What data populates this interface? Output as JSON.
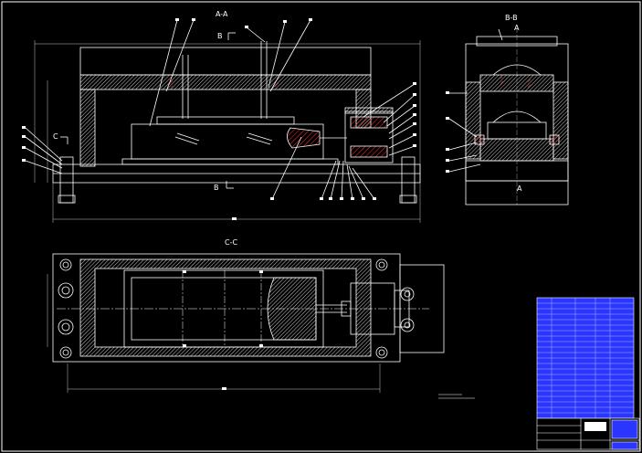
{
  "views": {
    "aa": "A-A",
    "bb": "B-B",
    "cc": "C-C"
  },
  "markers": {
    "b_top": "B",
    "b_bottom": "B",
    "c_left": "C",
    "a_right_top": "A",
    "a_right_bottom": "A"
  },
  "colors": {
    "background": "#000000",
    "lines": "#ffffff",
    "hatch": "#ff2020",
    "table": "#2a36ff",
    "dim": "#c8c8c8"
  }
}
